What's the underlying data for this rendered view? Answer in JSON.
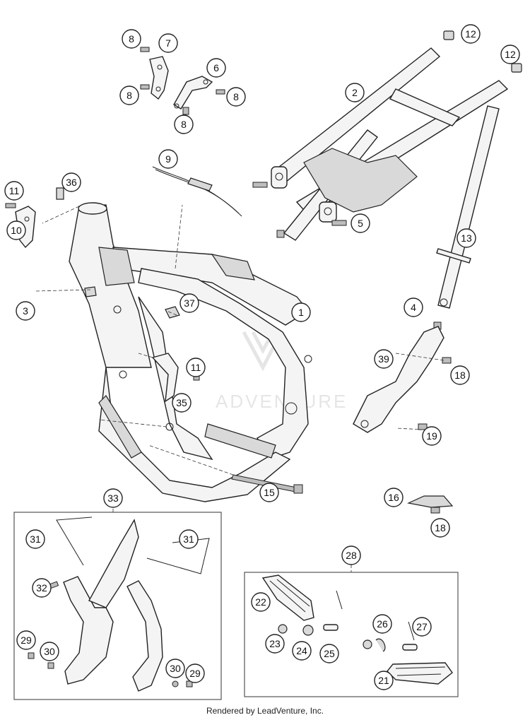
{
  "callouts": [
    {
      "id": "c-8a",
      "label": "8"
    },
    {
      "id": "c-7",
      "label": "7"
    },
    {
      "id": "c-8b",
      "label": "8"
    },
    {
      "id": "c-6",
      "label": "6"
    },
    {
      "id": "c-8c",
      "label": "8"
    },
    {
      "id": "c-8d",
      "label": "8"
    },
    {
      "id": "c-12a",
      "label": "12"
    },
    {
      "id": "c-12b",
      "label": "12"
    },
    {
      "id": "c-2",
      "label": "2"
    },
    {
      "id": "c-9",
      "label": "9"
    },
    {
      "id": "c-11a",
      "label": "11"
    },
    {
      "id": "c-36",
      "label": "36"
    },
    {
      "id": "c-10",
      "label": "10"
    },
    {
      "id": "c-5",
      "label": "5"
    },
    {
      "id": "c-13",
      "label": "13"
    },
    {
      "id": "c-3",
      "label": "3"
    },
    {
      "id": "c-4",
      "label": "4"
    },
    {
      "id": "c-1",
      "label": "1"
    },
    {
      "id": "c-37",
      "label": "37"
    },
    {
      "id": "c-39",
      "label": "39"
    },
    {
      "id": "c-18a",
      "label": "18"
    },
    {
      "id": "c-11b",
      "label": "11"
    },
    {
      "id": "c-35",
      "label": "35"
    },
    {
      "id": "c-19",
      "label": "19"
    },
    {
      "id": "c-15",
      "label": "15"
    },
    {
      "id": "c-33",
      "label": "33"
    },
    {
      "id": "c-16",
      "label": "16"
    },
    {
      "id": "c-18b",
      "label": "18"
    },
    {
      "id": "c-31a",
      "label": "31"
    },
    {
      "id": "c-31b",
      "label": "31"
    },
    {
      "id": "c-28",
      "label": "28"
    },
    {
      "id": "c-32",
      "label": "32"
    },
    {
      "id": "c-22",
      "label": "22"
    },
    {
      "id": "c-29a",
      "label": "29"
    },
    {
      "id": "c-30a",
      "label": "30"
    },
    {
      "id": "c-26",
      "label": "26"
    },
    {
      "id": "c-27",
      "label": "27"
    },
    {
      "id": "c-23",
      "label": "23"
    },
    {
      "id": "c-24",
      "label": "24"
    },
    {
      "id": "c-25",
      "label": "25"
    },
    {
      "id": "c-30b",
      "label": "30"
    },
    {
      "id": "c-29b",
      "label": "29"
    },
    {
      "id": "c-21",
      "label": "21"
    }
  ],
  "watermark": "ADVENTURE",
  "footer": "Rendered by LeadVenture, Inc."
}
